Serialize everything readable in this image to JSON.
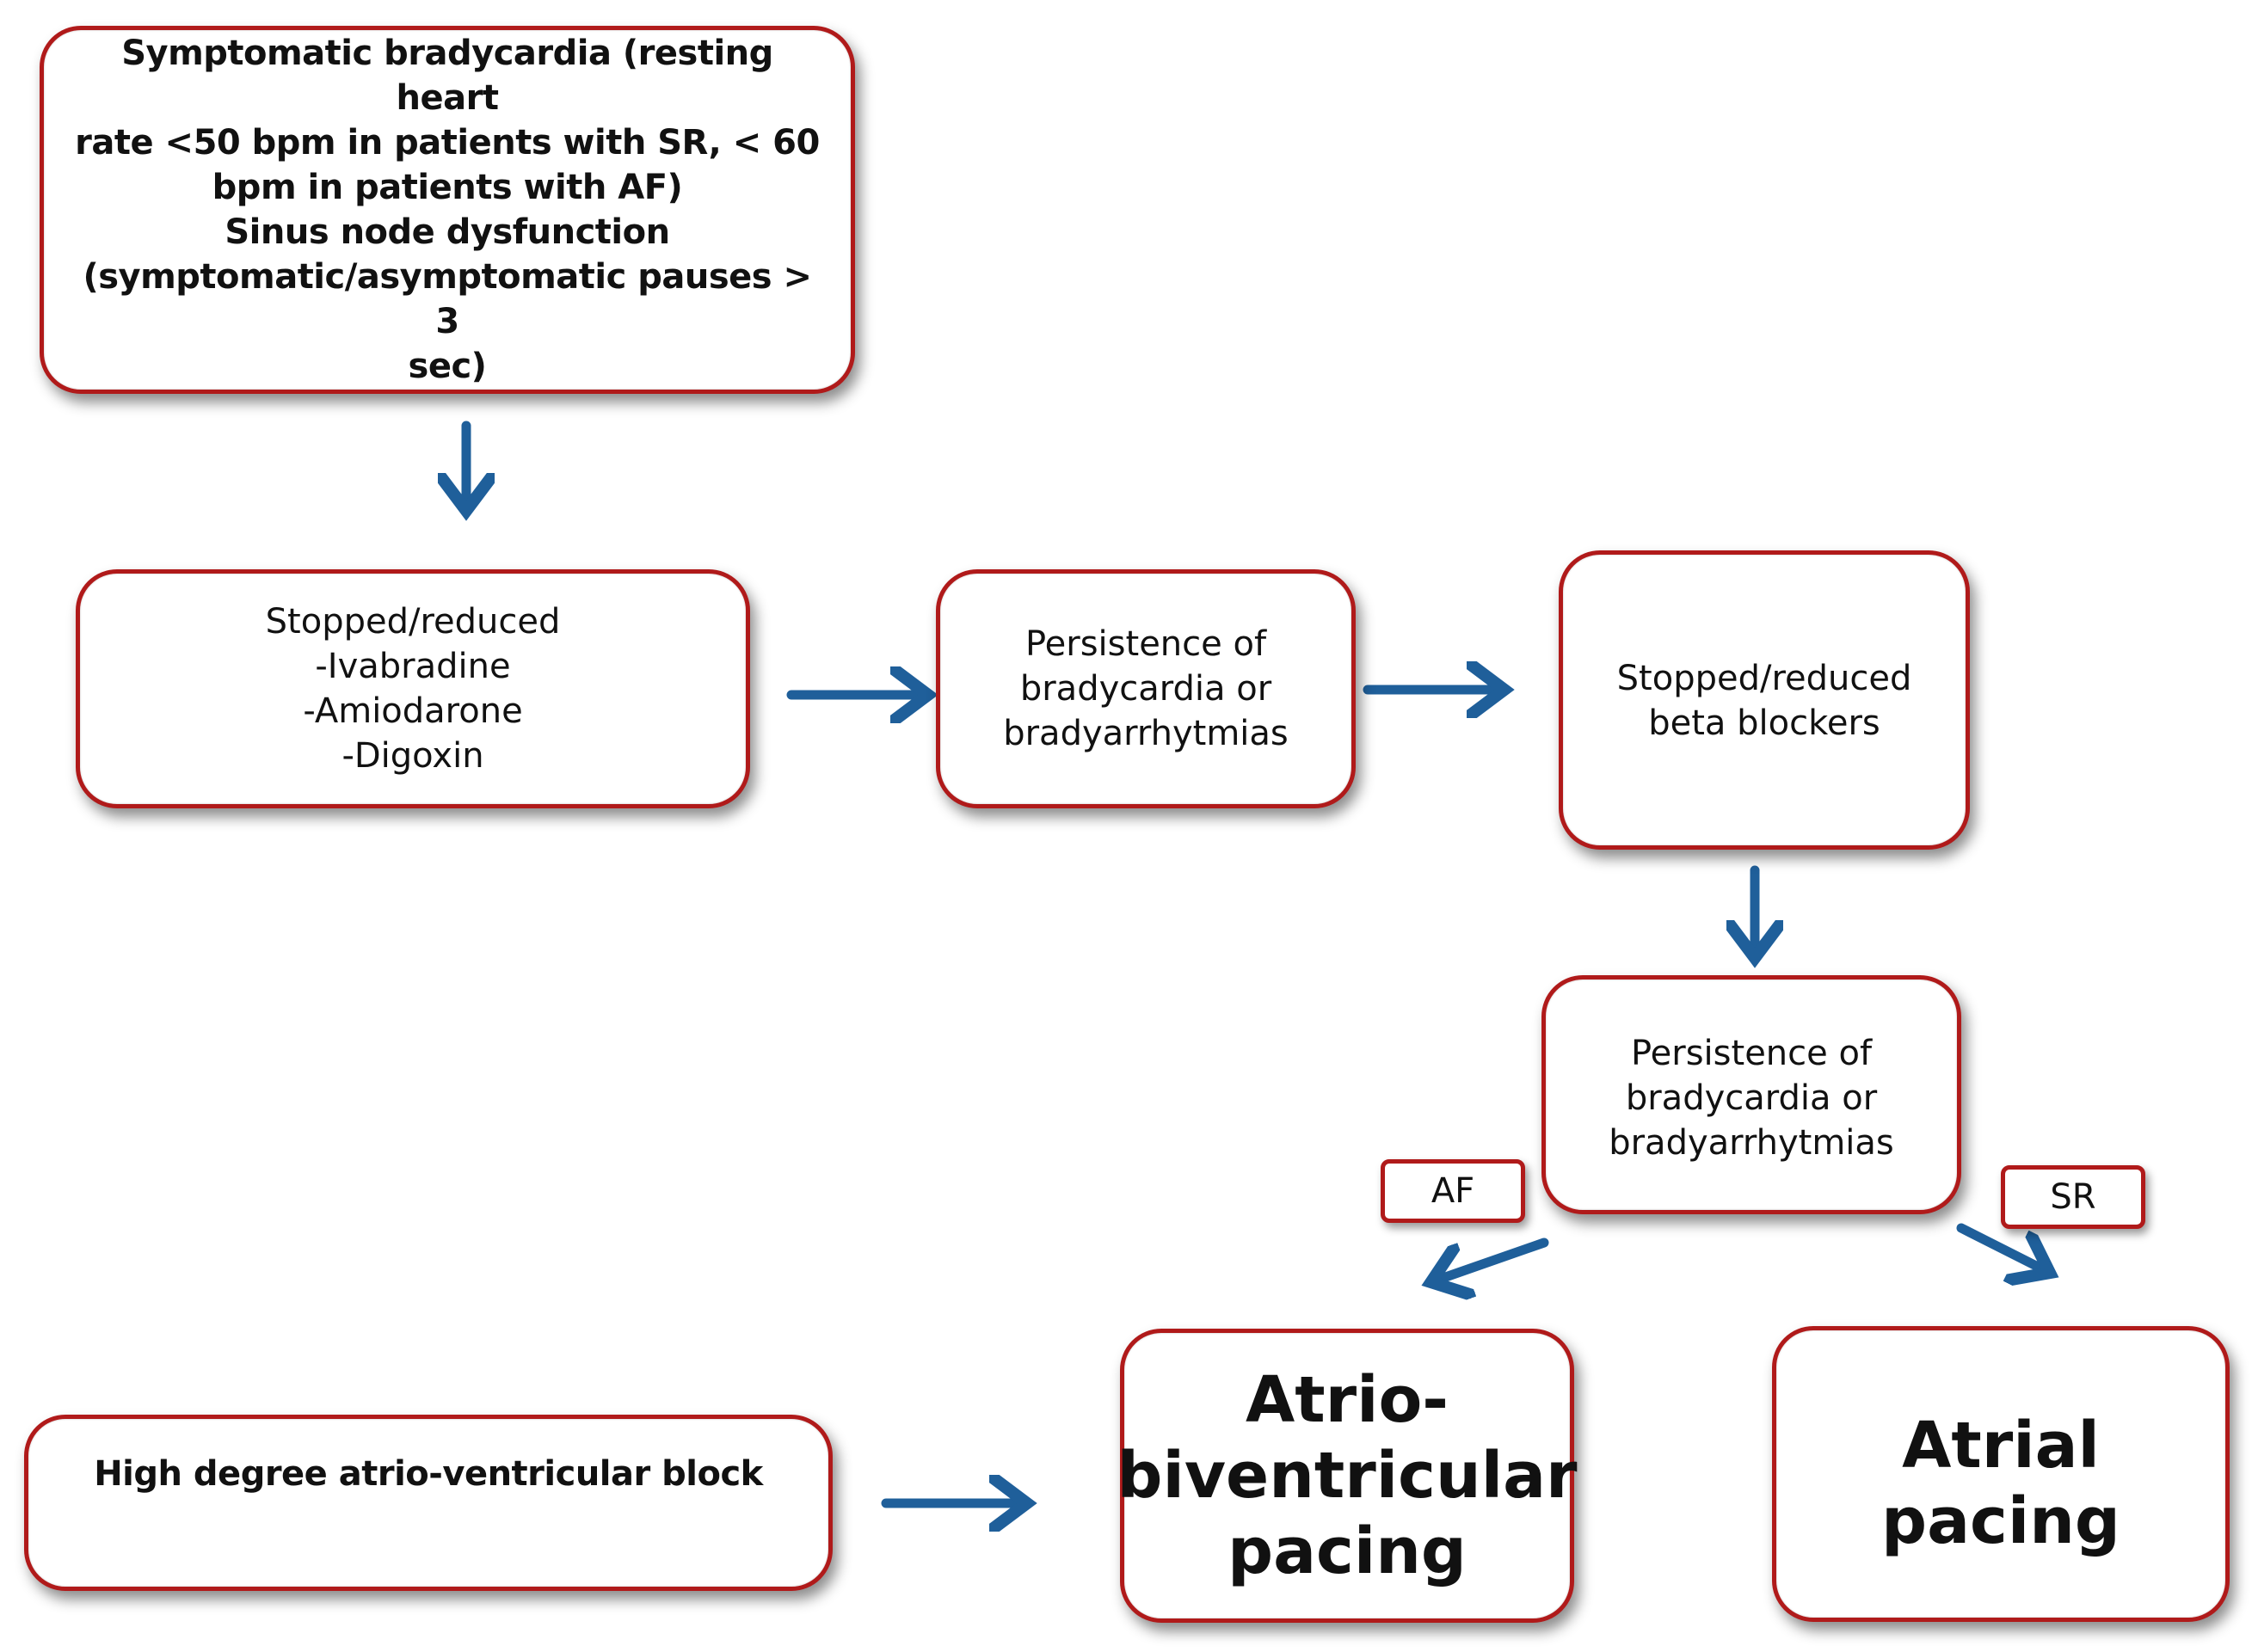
{
  "nodes": {
    "symptomatic": {
      "line1": "Symptomatic bradycardia (resting heart",
      "line2": "rate <50 bpm in patients with SR, < 60",
      "line3": "bpm in patients with AF)",
      "line4": "Sinus node dysfunction",
      "line5": "(symptomatic/asymptomatic pauses > 3",
      "line6": "sec)"
    },
    "stopped_drugs": {
      "line1": "Stopped/reduced",
      "line2": "-Ivabradine",
      "line3": "-Amiodarone",
      "line4": "-Digoxin"
    },
    "persistence1": {
      "line1": "Persistence of",
      "line2": "bradycardia or",
      "line3": "bradyarrhytmias"
    },
    "stopped_beta": {
      "line1": "Stopped/reduced",
      "line2": "beta blockers"
    },
    "persistence2": {
      "line1": "Persistence of",
      "line2": "bradycardia or",
      "line3": "bradyarrhytmias"
    },
    "af_label": "AF",
    "sr_label": "SR",
    "av_block": "High degree atrio-ventricular block",
    "biv_pacing": {
      "line1": "Atrio-",
      "line2": "biventricular",
      "line3": "pacing"
    },
    "atrial_pacing": {
      "line1": "Atrial",
      "line2": "pacing"
    }
  },
  "colors": {
    "box_border": "#b01a1a",
    "arrow": "#1f5f9a",
    "text": "#111111"
  }
}
